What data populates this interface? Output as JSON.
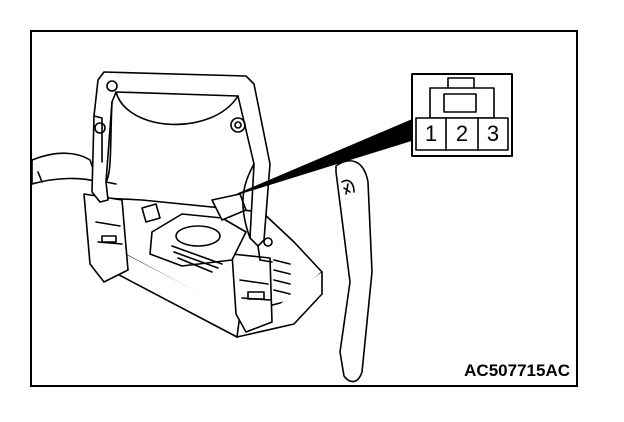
{
  "connector": {
    "pins": [
      "1",
      "2",
      "3"
    ]
  },
  "figure_id": "AC507715AC",
  "colors": {
    "ink": "#000000",
    "paper": "#ffffff"
  }
}
